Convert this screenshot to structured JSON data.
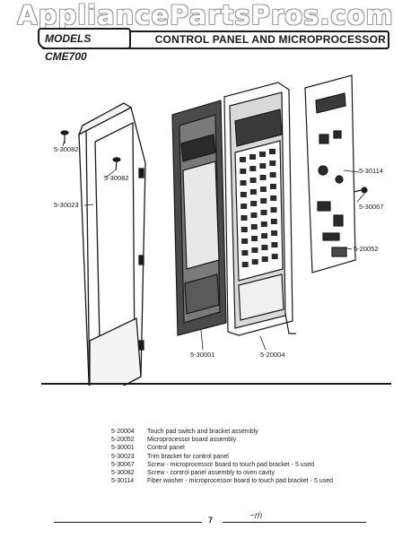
{
  "watermark": "AppliancePartsPros.com",
  "header": {
    "models": "MODELS CME700",
    "title": "CONTROL PANEL AND MICROPROCESSOR"
  },
  "callouts": {
    "screw_top": "5-30082",
    "screw_mid": "5-30082",
    "trim": "5-30023",
    "fiber_washer": "5-30114",
    "board_screw": "5-30067",
    "board": "5-20052",
    "panel": "5-30001",
    "touchpad": "5-20004"
  },
  "legend": [
    {
      "part": "5-20004",
      "desc": "Touch pad switch and bracket assembly"
    },
    {
      "part": "5-20052",
      "desc": "Microprocessor board assembly"
    },
    {
      "part": "5-30001",
      "desc": "Control panel"
    },
    {
      "part": "5-30023",
      "desc": "Trim bracket for control panel"
    },
    {
      "part": "5-30067",
      "desc": "Screw - microprocessor board to touch pad bracket - 5 used"
    },
    {
      "part": "5-30082",
      "desc": "Screw - control panel assembly to oven cavity"
    },
    {
      "part": "5-30114",
      "desc": "Fiber washer - microprocessor board to touch pad bracket - 5 used"
    }
  ],
  "footer": {
    "page": "7",
    "signature": "~ḿ"
  }
}
